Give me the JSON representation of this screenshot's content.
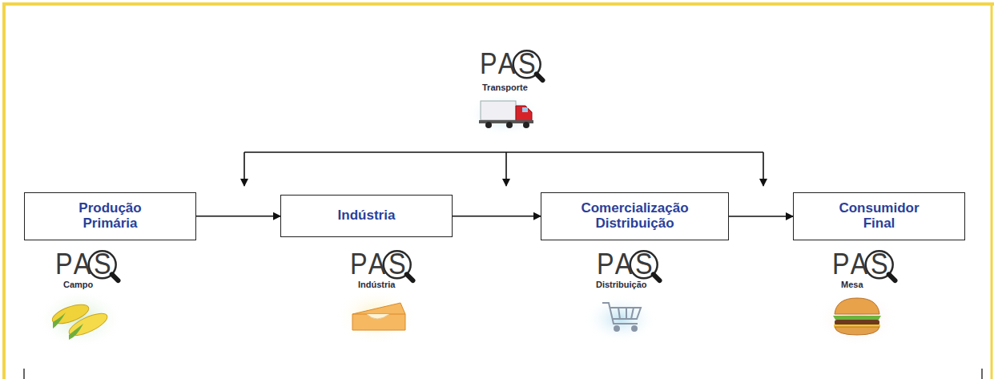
{
  "diagram": {
    "nodes": [
      {
        "text": [
          "Produção Primária"
        ]
      },
      {
        "text": [
          "Indústria"
        ]
      },
      {
        "text": [
          "Comercialização Distribuição"
        ]
      },
      {
        "text": [
          "Consumidor Final"
        ]
      }
    ],
    "edges": [
      {
        "from": 0,
        "to": 1,
        "arrow": "to"
      },
      {
        "from": 1,
        "to": 2,
        "arrow": "to"
      },
      {
        "from": 2,
        "to": 3,
        "arrow": "to"
      }
    ],
    "labels": [
      "PAS",
      "Transporte",
      "PAS",
      "Campo",
      "PAS",
      "Indústria",
      "PAS",
      "Distribuição",
      "PAS",
      "Mesa"
    ]
  }
}
